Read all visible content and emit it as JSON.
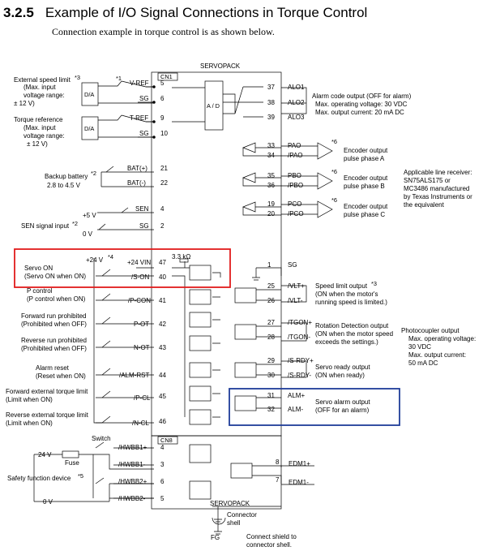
{
  "section": {
    "number": "3.2.5",
    "title": "Example of I/O Signal Connections in Torque Control"
  },
  "subtitle": "Connection example in torque control is as shown below.",
  "servopack_title": "SERVOPACK",
  "cn1": "CN1",
  "cn8": "CN8",
  "ad": "A / D",
  "da": "D/A",
  "left_labels": {
    "ext_speed": [
      "External speed limit",
      "(Max. input",
      "voltage range:",
      "± 12 V)"
    ],
    "ext_speed_note": "*3",
    "note1": "*1",
    "torque_ref": [
      "Torque reference",
      "(Max. input",
      "voltage range:",
      "± 12 V)"
    ],
    "backup": [
      "Backup battery",
      "2.8 to 4.5 V"
    ],
    "backup_note": "*2",
    "sen_input": "SEN signal input",
    "sen_note": "*2",
    "v5": "+5 V",
    "v0": "0 V",
    "v24": "+24 V",
    "v24_note": "*4",
    "kohm": "3.3 kΩ",
    "servo_on": [
      "Servo ON",
      "(Servo ON when ON)"
    ],
    "p_control": [
      "P control",
      "(P control when ON)"
    ],
    "fwd_prohibit": [
      "Forward run prohibited",
      "(Prohibited when OFF)"
    ],
    "rev_prohibit": [
      "Reverse run prohibited",
      "(Prohibited when OFF)"
    ],
    "alarm_reset": [
      "Alarm reset",
      "(Reset when ON)"
    ],
    "fwd_torque": [
      "Forward external torque limit",
      "(Limit when ON)"
    ],
    "rev_torque": [
      "Reverse external torque limit",
      "(Limit when ON)"
    ],
    "switch": "Switch",
    "v24b": "24 V",
    "fuse": "Fuse",
    "safety": "Safety function device",
    "safety_note": "*5",
    "v0b": "0 V"
  },
  "pins_left": [
    {
      "sig": "V-REF",
      "pin": "5"
    },
    {
      "sig": "SG",
      "pin": "6"
    },
    {
      "sig": "T-REF",
      "pin": "9"
    },
    {
      "sig": "SG",
      "pin": "10"
    },
    {
      "sig": "BAT(+)",
      "pin": "21"
    },
    {
      "sig": "BAT(-)",
      "pin": "22"
    },
    {
      "sig": "SEN",
      "pin": "4"
    },
    {
      "sig": "SG",
      "pin": "2"
    },
    {
      "sig": "+24 VIN",
      "pin": "47"
    },
    {
      "sig": "/S-ON",
      "pin": "40"
    },
    {
      "sig": "/P-CON",
      "pin": "41"
    },
    {
      "sig": "P-OT",
      "pin": "42"
    },
    {
      "sig": "N-OT",
      "pin": "43"
    },
    {
      "sig": "/ALM-RST",
      "pin": "44"
    },
    {
      "sig": "/P-CL",
      "pin": "45"
    },
    {
      "sig": "/N-CL",
      "pin": "46"
    }
  ],
  "pins_cn8": [
    {
      "sig": "/HWBB1+",
      "pin": "4"
    },
    {
      "sig": "/HWBB1-",
      "pin": "3"
    },
    {
      "sig": "/HWBB2+",
      "pin": "6"
    },
    {
      "sig": "/HWBB2-",
      "pin": "5"
    }
  ],
  "edm": [
    {
      "sig": "EDM1+",
      "pin": "8"
    },
    {
      "sig": "EDM1-",
      "pin": "7"
    }
  ],
  "pins_right_alarm": [
    {
      "pin": "37",
      "sig": "ALO1"
    },
    {
      "pin": "38",
      "sig": "ALO2"
    },
    {
      "pin": "39",
      "sig": "ALO3"
    }
  ],
  "alarm_code": [
    "Alarm code output (OFF for alarm)",
    "Max. operating voltage: 30 VDC",
    "Max. output current: 20 mA DC"
  ],
  "pins_right_enc": [
    {
      "pin": "33",
      "sig": "PAO"
    },
    {
      "pin": "34",
      "sig": "/PAO"
    },
    {
      "pin": "35",
      "sig": "PBO"
    },
    {
      "pin": "36",
      "sig": "/PBO"
    },
    {
      "pin": "19",
      "sig": "PCO"
    },
    {
      "pin": "20",
      "sig": "/PCO"
    }
  ],
  "enc_note": "*6",
  "enc_labels": [
    [
      "Encoder output",
      "pulse phase A"
    ],
    [
      "Encoder output",
      "pulse phase B"
    ],
    [
      "Encoder output",
      "pulse phase C"
    ]
  ],
  "line_receiver": [
    "Applicable line receiver:",
    "SN75ALS175 or",
    "MC3486 manufactured",
    "by Texas Instruments or",
    "the equivalent"
  ],
  "sg_right": {
    "pin": "1",
    "sig": "SG"
  },
  "pins_right_out": [
    {
      "pin": "25",
      "sig": "/VLT+"
    },
    {
      "pin": "26",
      "sig": "/VLT-"
    },
    {
      "pin": "27",
      "sig": "/TGON+"
    },
    {
      "pin": "28",
      "sig": "/TGON-"
    },
    {
      "pin": "29",
      "sig": "/S-RDY+"
    },
    {
      "pin": "30",
      "sig": "/S-RDY-"
    },
    {
      "pin": "31",
      "sig": "ALM+"
    },
    {
      "pin": "32",
      "sig": "ALM-"
    }
  ],
  "out_labels": {
    "speed_limit": [
      "Speed limit output",
      "(ON when the motor's",
      "running speed is limited.)"
    ],
    "speed_limit_note": "*3",
    "rotation": [
      "Rotation Detection output",
      "(ON when the motor speed",
      "exceeds the settings.)"
    ],
    "ready": [
      "Servo ready output",
      "(ON when ready)"
    ],
    "alarm": [
      "Servo alarm output",
      "(OFF for an alarm)"
    ]
  },
  "photocoupler": [
    "Photocoupler output",
    "Max. operating voltage:",
    "30 VDC",
    "Max. output current:",
    "50 mA DC"
  ],
  "bottom": {
    "servopack": "SERVOPACK",
    "connector_shell": [
      "Connector",
      "shell"
    ],
    "fg": "FG",
    "shield": [
      "Connect shield to",
      "connector shell."
    ]
  },
  "colors": {
    "red_box": "#e21b1b",
    "blue_box": "#1f3c99"
  }
}
